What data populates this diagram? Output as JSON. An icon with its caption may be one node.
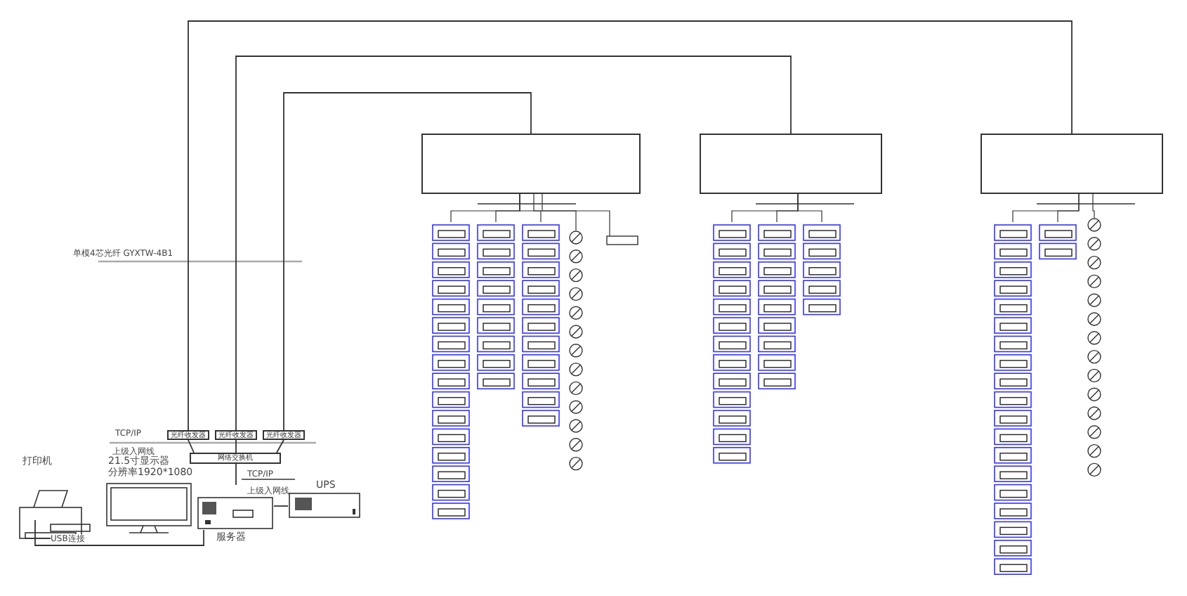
{
  "diagram": {
    "nodes": [
      {
        "text": [
          "光纤收发器"
        ]
      },
      {
        "text": [
          "光纤收发器"
        ]
      },
      {
        "text": [
          "光纤收发器"
        ]
      },
      {
        "text": [
          "网络交换机"
        ]
      },
      {
        "text": [
          "服务器"
        ]
      },
      {
        "text": [
          "UPS"
        ]
      },
      {
        "text": [
          "21.5寸显示器",
          "分辨率1920*1080"
        ]
      },
      {
        "text": [
          "打印机"
        ]
      },
      {
        "text": [],
        "shape": "box"
      },
      {
        "text": [],
        "shape": "box"
      },
      {
        "text": [],
        "shape": "box"
      }
    ],
    "edges": [
      {
        "from": 0,
        "to": 10,
        "arrow": "none"
      },
      {
        "from": 1,
        "to": 9,
        "arrow": "none"
      },
      {
        "from": 2,
        "to": 8,
        "arrow": "none"
      },
      {
        "from": 0,
        "to": 3,
        "arrow": "none"
      },
      {
        "from": 1,
        "to": 3,
        "arrow": "none"
      },
      {
        "from": 2,
        "to": 3,
        "arrow": "none"
      },
      {
        "from": 3,
        "to": 4,
        "arrow": "none"
      },
      {
        "from": 4,
        "to": 5,
        "arrow": "none"
      },
      {
        "from": 4,
        "to": 7,
        "arrow": "none",
        "label": "USB连接"
      }
    ],
    "labels": [
      "单模4芯光纤 GYXTW-4B1",
      "TCP/IP",
      "上级入网线",
      "TCP/IP",
      "上级入网线"
    ]
  }
}
